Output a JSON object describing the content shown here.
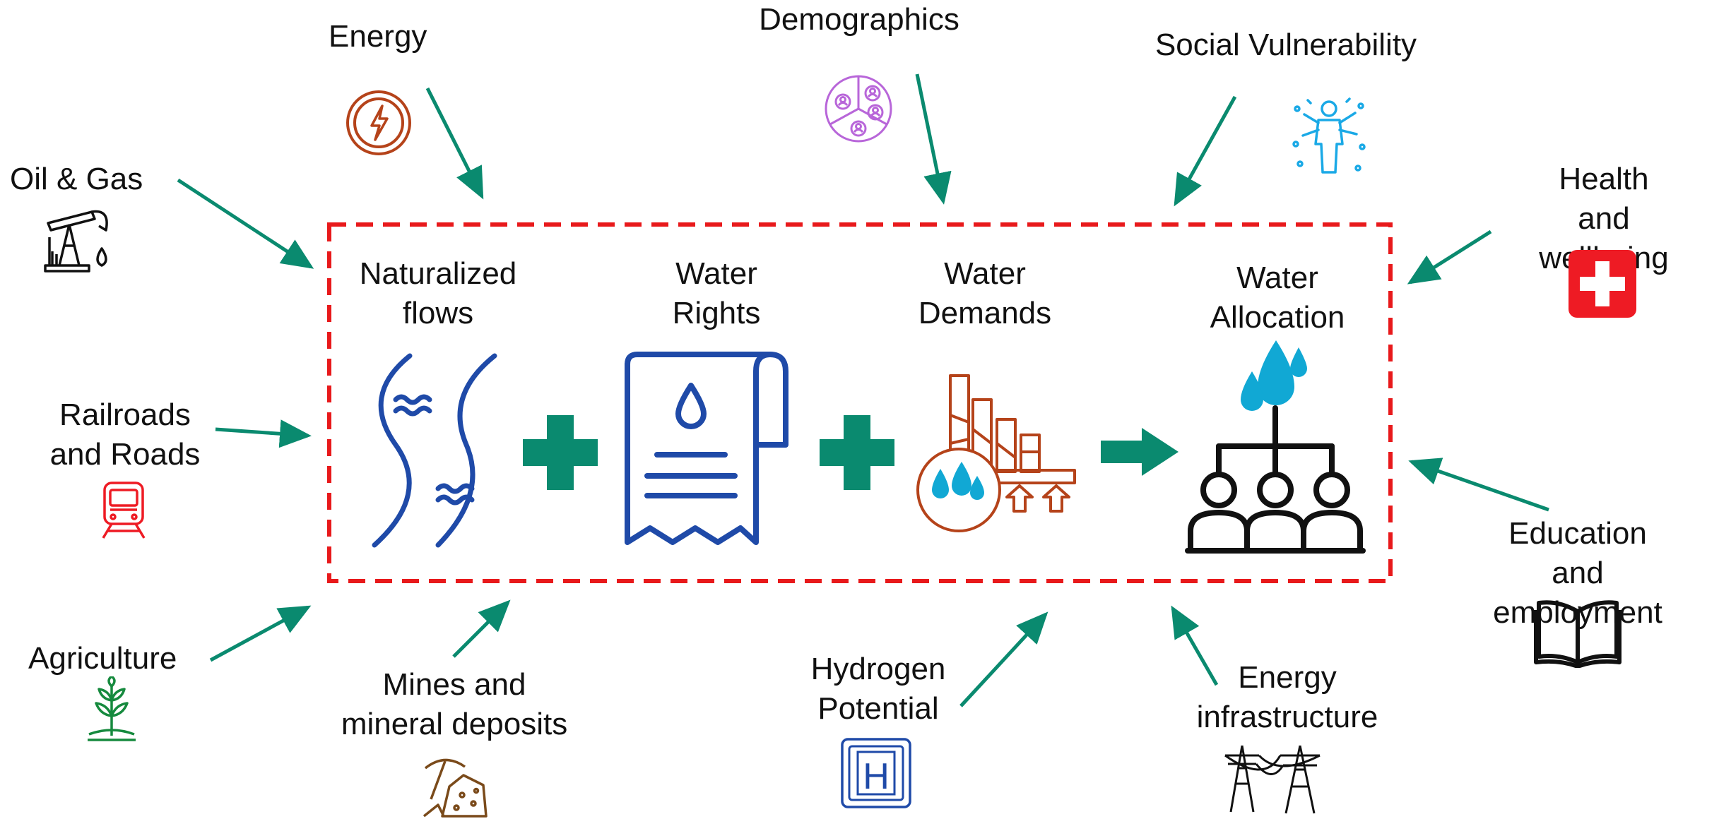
{
  "colors": {
    "arrow": "#0a8a6f",
    "frame": "#e8191b",
    "river": "#1f4aa8",
    "plus": "#0a8a6f",
    "water_drop": "#11a8d4",
    "demand": "#b5431a",
    "energy": "#b5431a",
    "demographics": "#b866d9",
    "social": "#1aa9e6",
    "health": "#ee1b24",
    "rail": "#ee1b24",
    "agri": "#168a3e",
    "mines": "#7a4a1a",
    "hydrogen": "#1f4aa8"
  },
  "center": {
    "naturalized": "Naturalized\nflows",
    "rights": "Water\nRights",
    "demands": "Water\nDemands",
    "allocation": "Water\nAllocation"
  },
  "factors": {
    "energy": "Energy",
    "demographics": "Demographics",
    "social": "Social Vulnerability",
    "oil_gas": "Oil & Gas",
    "health": "Health\nand wellbeing",
    "railroads": "Railroads\nand Roads",
    "education": "Education and\nemployment",
    "agriculture": "Agriculture",
    "mines": "Mines and\nmineral deposits",
    "hydrogen": "Hydrogen\nPotential",
    "energy_infra": "Energy\ninfrastructure"
  },
  "icons": {
    "energy": "lightning-bolt-circle-icon",
    "demographics": "population-segments-icon",
    "social": "vulnerable-person-icon",
    "oil_gas": "oil-pump-jack-icon",
    "health": "medical-cross-icon",
    "railroads": "train-icon",
    "education": "open-book-icon",
    "agriculture": "sprout-icon",
    "mines": "pickaxe-ore-icon",
    "hydrogen": "hydrogen-element-icon",
    "energy_infra": "power-pylon-icon",
    "naturalized": "river-banks-icon",
    "rights": "water-rights-scroll-icon",
    "demands": "demand-chart-icon",
    "allocation": "allocation-hierarchy-icon"
  }
}
